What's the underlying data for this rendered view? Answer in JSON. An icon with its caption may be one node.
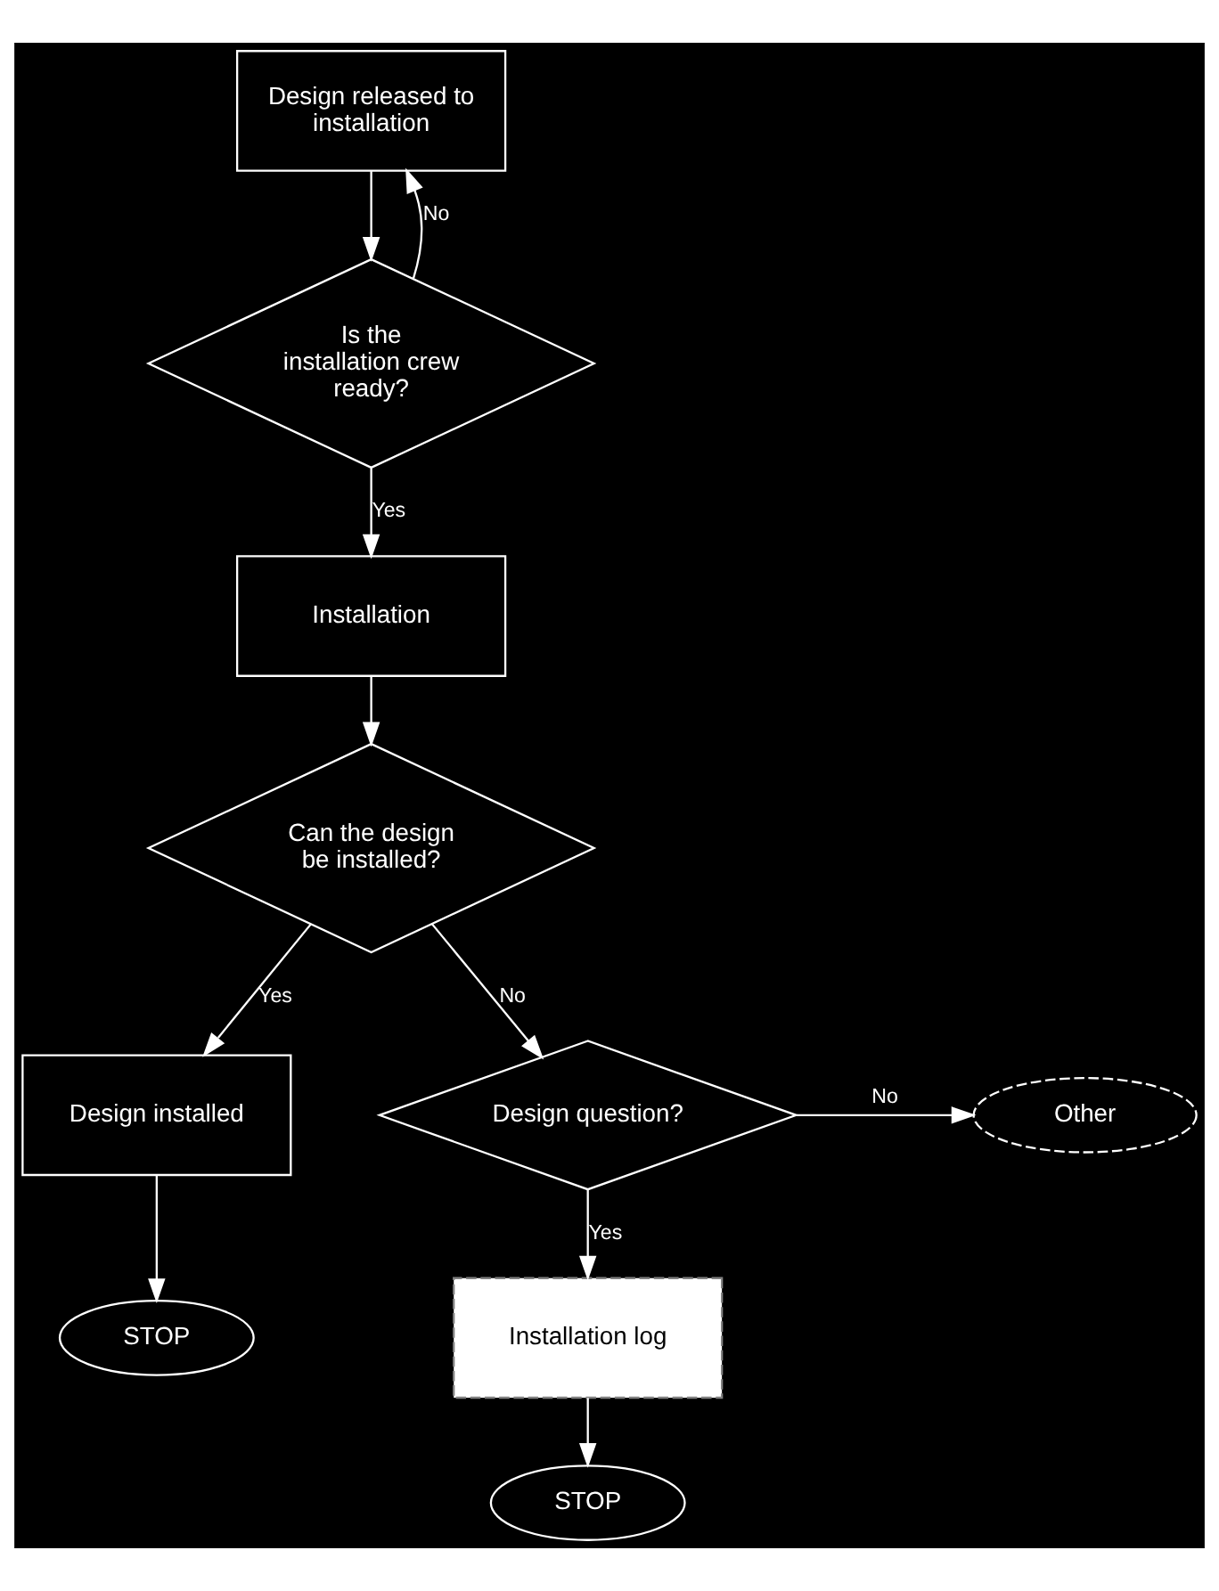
{
  "diagram": {
    "nodes": [
      {
        "text": [
          "Design released to installation"
        ]
      },
      {
        "text": [
          "Is the installation crew ready?"
        ]
      },
      {
        "text": [
          "Installation"
        ]
      },
      {
        "text": [
          "Can the design be installed?"
        ]
      },
      {
        "text": [
          "Design installed"
        ]
      },
      {
        "text": [
          "STOP"
        ]
      },
      {
        "text": [
          "Design question?"
        ]
      },
      {
        "text": [
          "Other"
        ]
      },
      {
        "text": [
          "Installation log"
        ]
      },
      {
        "text": [
          "STOP"
        ]
      }
    ],
    "edges": [
      {
        "from": 1,
        "to": 0,
        "arrow": "to",
        "label": "No"
      },
      {
        "from": 0,
        "to": 1,
        "arrow": "to"
      },
      {
        "from": 1,
        "to": 2,
        "arrow": "to",
        "label": "Yes"
      },
      {
        "from": 2,
        "to": 3,
        "arrow": "to"
      },
      {
        "from": 3,
        "to": 4,
        "arrow": "to",
        "label": "Yes"
      },
      {
        "from": 4,
        "to": 5,
        "arrow": "to"
      },
      {
        "from": 3,
        "to": 6,
        "arrow": "to",
        "label": "No"
      },
      {
        "from": 6,
        "to": 7,
        "arrow": "to",
        "label": "No"
      },
      {
        "from": 6,
        "to": 8,
        "arrow": "to",
        "label": "Yes"
      },
      {
        "from": 8,
        "to": 9,
        "arrow": "to"
      }
    ]
  }
}
